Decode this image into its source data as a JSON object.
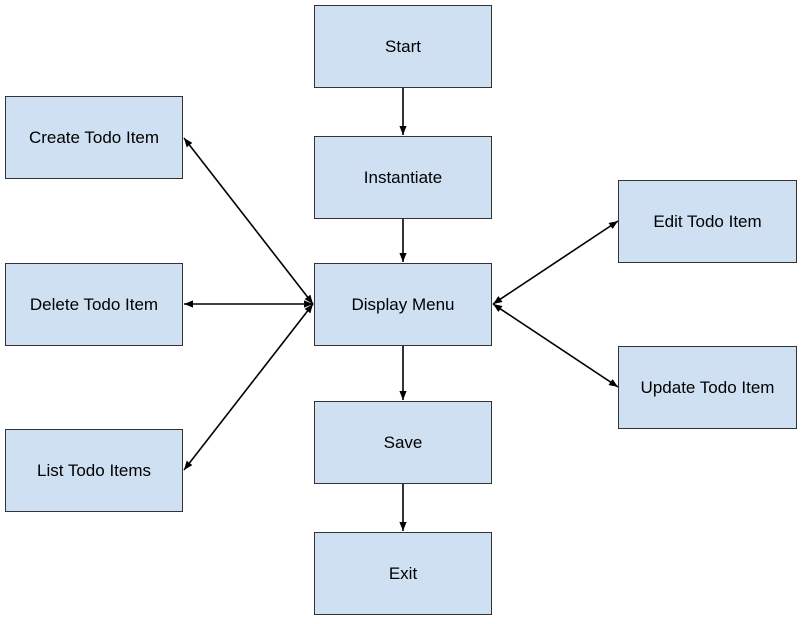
{
  "diagram": {
    "type": "flowchart",
    "colors": {
      "node_fill": "#cfe0f2",
      "node_border": "#333333",
      "edge": "#000000"
    },
    "nodes": {
      "start": "Start",
      "instantiate": "Instantiate",
      "display_menu": "Display Menu",
      "save": "Save",
      "exit": "Exit",
      "create_todo_item": "Create Todo Item",
      "delete_todo_item": "Delete Todo Item",
      "list_todo_items": "List Todo Items",
      "edit_todo_item": "Edit Todo Item",
      "update_todo_item": "Update Todo Item"
    },
    "edges": [
      {
        "from": "start",
        "to": "instantiate",
        "direction": "forward"
      },
      {
        "from": "instantiate",
        "to": "display_menu",
        "direction": "forward"
      },
      {
        "from": "display_menu",
        "to": "save",
        "direction": "forward"
      },
      {
        "from": "save",
        "to": "exit",
        "direction": "forward"
      },
      {
        "from": "display_menu",
        "to": "create_todo_item",
        "direction": "both"
      },
      {
        "from": "display_menu",
        "to": "delete_todo_item",
        "direction": "both"
      },
      {
        "from": "display_menu",
        "to": "list_todo_items",
        "direction": "both"
      },
      {
        "from": "display_menu",
        "to": "edit_todo_item",
        "direction": "both"
      },
      {
        "from": "display_menu",
        "to": "update_todo_item",
        "direction": "both"
      }
    ]
  }
}
